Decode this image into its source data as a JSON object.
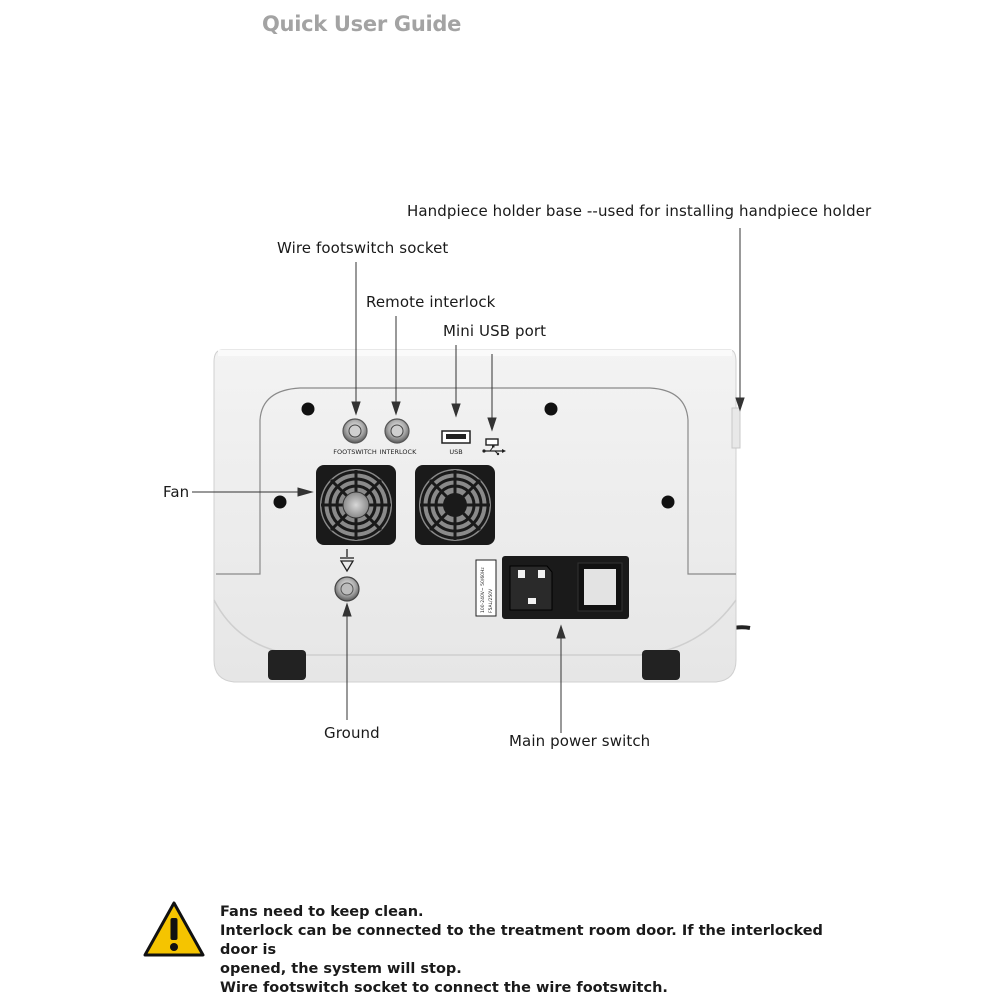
{
  "header": {
    "title": "Quick User Guide"
  },
  "callouts": {
    "handpiece_holder_base": "Handpiece holder base --used for installing handpiece holder",
    "wire_footswitch_socket": "Wire footswitch socket",
    "remote_interlock": "Remote interlock",
    "mini_usb_port": "Mini USB port",
    "fan": "Fan",
    "ground": "Ground",
    "main_power_switch": "Main power switch"
  },
  "panel_labels": {
    "footswitch": "FOOTSWITCH",
    "interlock": "INTERLOCK",
    "usb": "USB",
    "power_rating_1": "100-240V~ 50/60Hz",
    "power_rating_2": "F5AL/250V"
  },
  "warning": {
    "icon": "warning-triangle-icon",
    "lines": [
      "Fans need to keep clean.",
      "Interlock can be connected to the treatment room door. If the interlocked door is",
      "opened, the system will stop.",
      "Wire footswitch socket to connect the wire footswitch."
    ],
    "color": "#f5c400"
  }
}
